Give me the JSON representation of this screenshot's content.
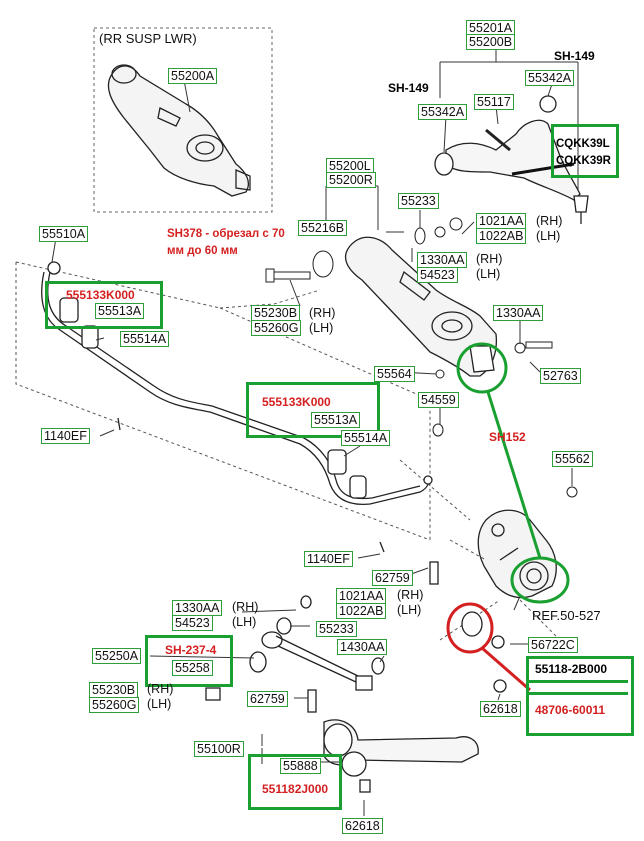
{
  "diagram": {
    "inset_title": "(RR SUSP LWR)",
    "ref_label": "REF.50-527",
    "annotation_line1": "SH378 - обрезал с 70",
    "annotation_line2": "мм до 60 мм",
    "sh_149_left": "SH-149",
    "sh_149_right": "SH-149",
    "sh_152": "SH152",
    "rh": "(RH)",
    "lh": "(LH)"
  },
  "parts": {
    "p55200A_inset": "55200A",
    "p55201A": "55201A",
    "p55200B": "55200B",
    "p55342A_r": "55342A",
    "p55117": "55117",
    "p55342A_l": "55342A",
    "p55200L": "55200L",
    "p55200R": "55200R",
    "p55233_top": "55233",
    "p55216B": "55216B",
    "p1021AA_top": "1021AA",
    "p1022AB_top": "1022AB",
    "p1330AA_top": "1330AA",
    "p54523_top": "54523",
    "p55510A": "55510A",
    "p55513A_top": "55513A",
    "p55514A_top": "55514A",
    "p55230B_top": "55230B",
    "p55260G_top": "55260G",
    "p1330AA_mid": "1330AA",
    "p55564": "55564",
    "p52763": "52763",
    "p55513A_mid": "55513A",
    "p54559": "54559",
    "p1140EF_left": "1140EF",
    "p55514A_mid": "55514A",
    "p55562": "55562",
    "p1140EF_mid": "1140EF",
    "p62759_top": "62759",
    "p1330AA_low": "1330AA",
    "p1021AA_low": "1021AA",
    "p54523_low": "54523",
    "p1022AB_low": "1022AB",
    "p55233_low": "55233",
    "p1430AA": "1430AA",
    "p55250A": "55250A",
    "p55258": "55258",
    "p56722C": "56722C",
    "p55230B_low": "55230B",
    "p55260G_low": "55260G",
    "p62759_low": "62759",
    "p62618_right": "62618",
    "p55100R": "55100R",
    "p55888": "55888",
    "p62618_bottom": "62618"
  },
  "highlights": {
    "cqkk39l": "CQKK39L",
    "cqkk39r": "CQKK39R",
    "h555133_top": "555133K000",
    "h555133_mid": "555133K000",
    "sh_237_4": "SH-237-4",
    "h55118": "55118-2B000",
    "h48706": "48706-60011",
    "h551182": "551182J000"
  },
  "colors": {
    "label_border": "#2e9e3a",
    "highlight_green": "#19a030",
    "highlight_red": "#d42020"
  }
}
